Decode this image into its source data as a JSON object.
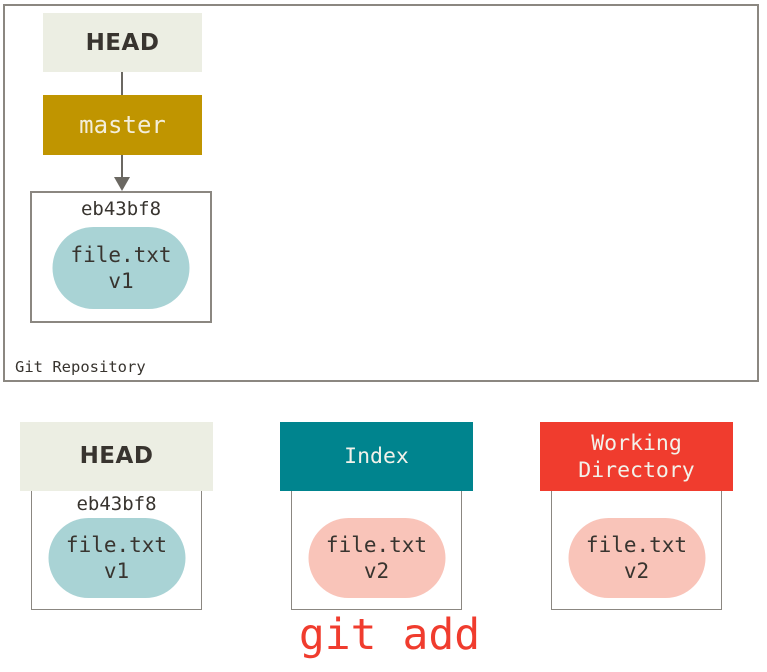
{
  "colors": {
    "canvas_bg": "#ffffff",
    "border_gray": "#8b8781",
    "beige": "#eceee3",
    "gold": "#c09500",
    "teal": "#00848e",
    "red": "#f03c2e",
    "blue_blob": "#a9d3d5",
    "pink_blob": "#f9c4b9",
    "arrow_gray": "#6b6862",
    "dark_text": "#38342f",
    "cream_text": "#f3eeda",
    "light_text": "#f2f2ea",
    "command_red": "#f03c2e"
  },
  "repository": {
    "label": "Git Repository",
    "head_label": "HEAD",
    "branch_label": "master",
    "commit": {
      "id": "eb43bf8",
      "blob_file": "file.txt",
      "blob_version": "v1"
    }
  },
  "columns": [
    {
      "title": "HEAD",
      "header_color": "#eceee3",
      "header_text": "#38342f",
      "commit_id": "eb43bf8",
      "blob_file": "file.txt",
      "blob_version": "v1",
      "blob_color": "#a9d3d5"
    },
    {
      "title": "Index",
      "header_color": "#00848e",
      "header_text": "#f2f2ea",
      "blob_file": "file.txt",
      "blob_version": "v2",
      "blob_color": "#f9c4b9"
    },
    {
      "title": "Working Directory",
      "header_color": "#f03c2e",
      "header_text": "#f2f2ea",
      "blob_file": "file.txt",
      "blob_version": "v2",
      "blob_color": "#f9c4b9"
    }
  ],
  "command_label": "git add"
}
